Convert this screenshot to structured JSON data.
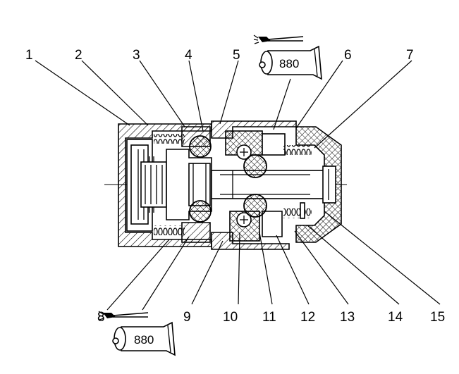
{
  "callouts_top": [
    "1",
    "2",
    "3",
    "4",
    "5",
    "6",
    "7"
  ],
  "callouts_bottom": [
    "8",
    "9",
    "10",
    "11",
    "12",
    "13",
    "14",
    "15"
  ],
  "grease_tubes": [
    {
      "label": "880",
      "icon": "grease-tube-brush-icon"
    },
    {
      "label": "880",
      "icon": "grease-tube-brush-icon"
    }
  ]
}
